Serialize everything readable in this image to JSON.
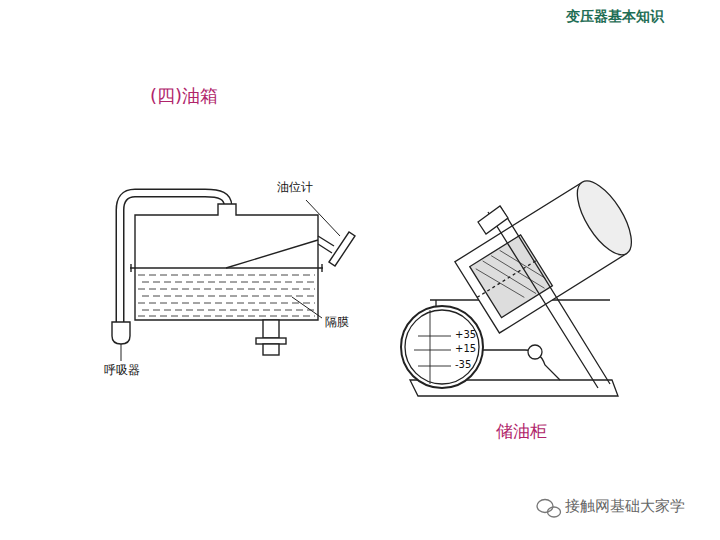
{
  "diagram": {
    "title": "(四)油箱",
    "caption": "储油柜",
    "labels": [
      "变压器基本知识",
      "油位计",
      "隔膜",
      "呼吸器",
      "+35",
      "+15",
      "-35",
      "接触网基础大家学"
    ]
  }
}
